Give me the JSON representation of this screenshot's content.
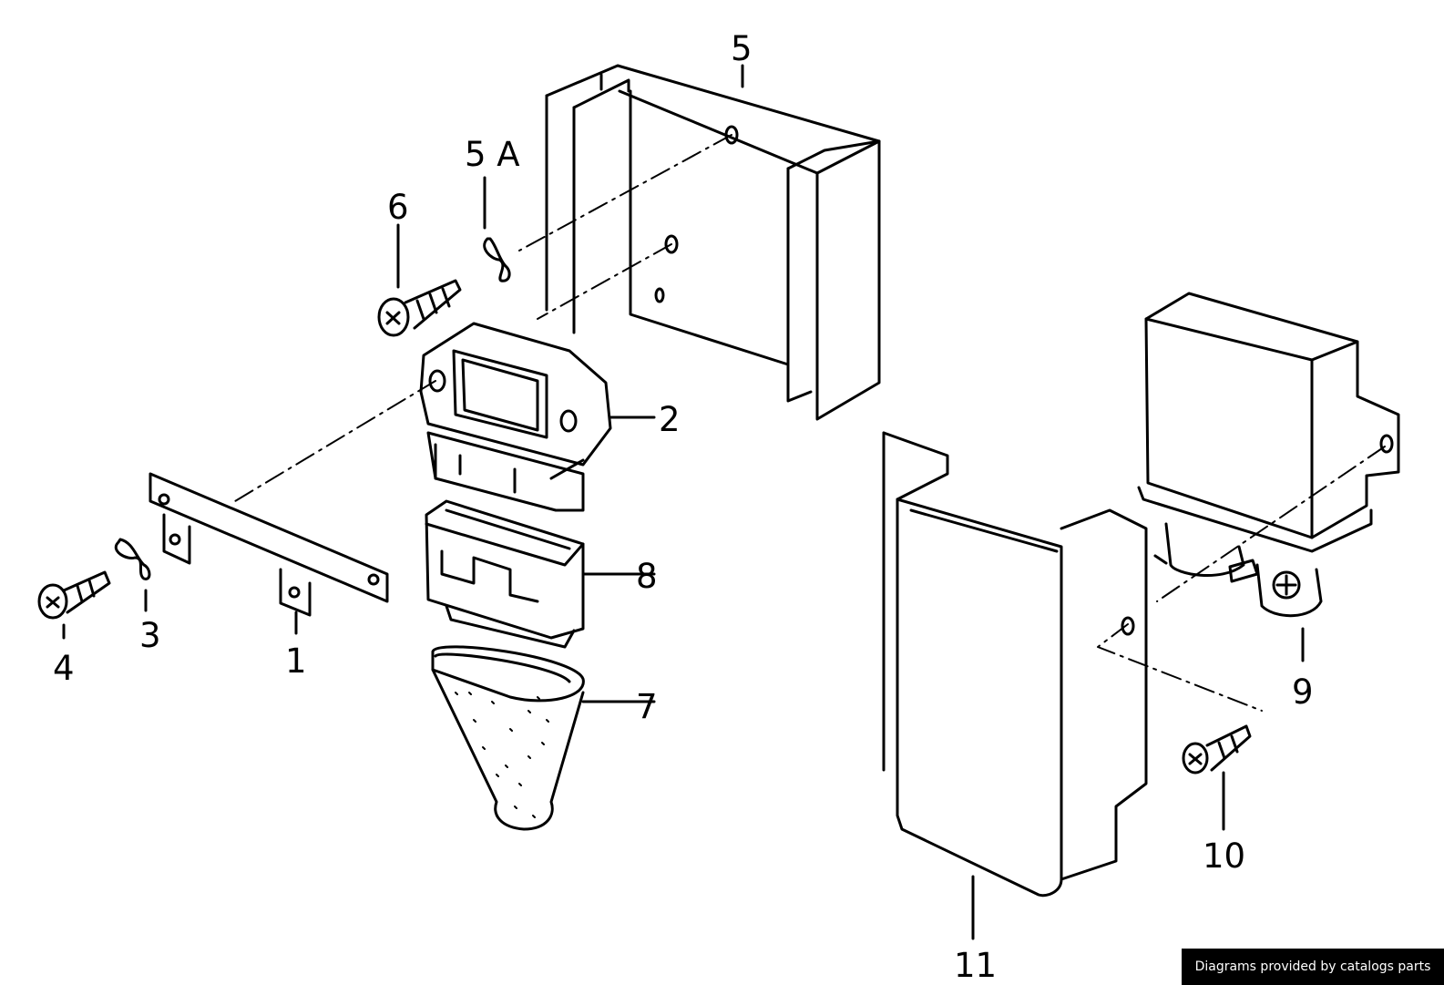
{
  "parts": [
    {
      "id": "part-1",
      "label": "1"
    },
    {
      "id": "part-2",
      "label": "2"
    },
    {
      "id": "part-3",
      "label": "3"
    },
    {
      "id": "part-4",
      "label": "4"
    },
    {
      "id": "part-5",
      "label": "5"
    },
    {
      "id": "part-5a",
      "label": "5 A"
    },
    {
      "id": "part-6",
      "label": "6"
    },
    {
      "id": "part-7",
      "label": "7"
    },
    {
      "id": "part-8",
      "label": "8"
    },
    {
      "id": "part-9",
      "label": "9"
    },
    {
      "id": "part-10",
      "label": "10"
    },
    {
      "id": "part-11",
      "label": "11"
    }
  ],
  "footer": {
    "credit": "Diagrams provided by catalogs parts"
  },
  "colors": {
    "ink": "#000000",
    "paper": "#ffffff",
    "credit_bg": "#000000",
    "credit_text": "#ffffff"
  }
}
